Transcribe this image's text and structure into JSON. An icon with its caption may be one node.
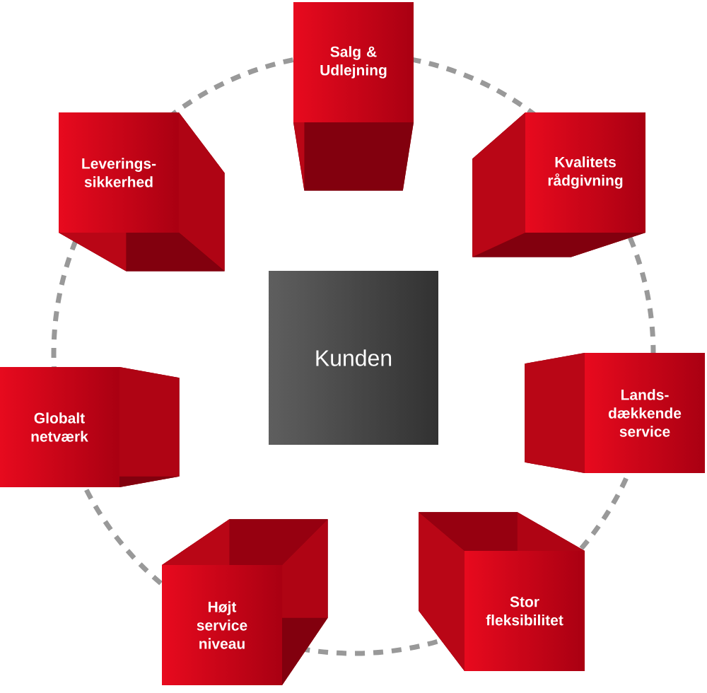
{
  "diagram": {
    "nodes": [
      {
        "text": [
          "Kunden"
        ]
      },
      {
        "text": [
          "Salg & Udlejning"
        ]
      },
      {
        "text": [
          "Kvalitets rådgivning"
        ]
      },
      {
        "text": [
          "Lands-dækkende service"
        ]
      },
      {
        "text": [
          "Stor fleksibilitet"
        ]
      },
      {
        "text": [
          "Højt service niveau"
        ]
      },
      {
        "text": [
          "Globalt netværk"
        ]
      },
      {
        "text": [
          "Leverings-sikkerhed"
        ]
      }
    ]
  }
}
